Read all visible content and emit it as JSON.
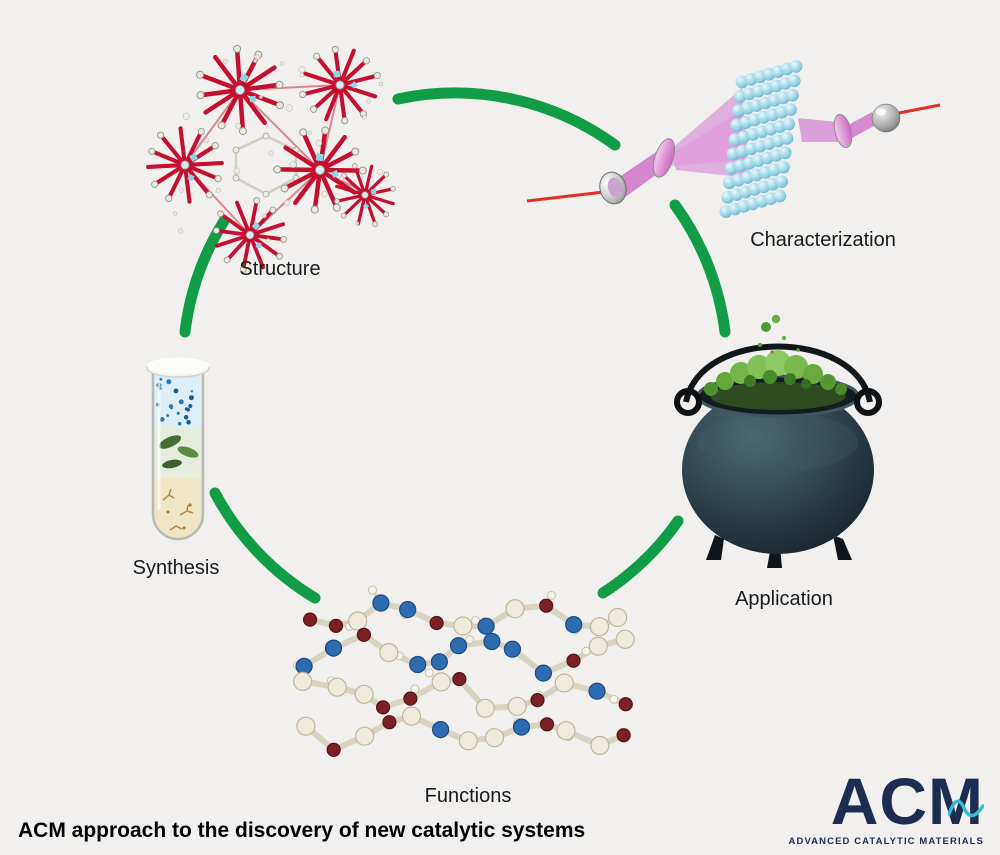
{
  "background_color": "#f1f0ee",
  "cycle": {
    "arc_color": "#119c46",
    "stages": {
      "structure": "Structure",
      "characterization": "Characterization",
      "application": "Application",
      "functions": "Functions",
      "synthesis": "Synthesis"
    }
  },
  "caption": "ACM approach to the discovery of new catalytic systems",
  "logo": {
    "acronym": "ACM",
    "tagline": "ADVANCED CATALYTIC MATERIALS",
    "primary_color": "#1d2d52",
    "accent_color": "#35bdd3"
  },
  "icons": {
    "structure": "mof-crystal-illustration",
    "characterization": "laser-optics-illustration",
    "application": "cauldron-illustration",
    "functions": "protein-model-illustration",
    "synthesis": "test-tube-illustration"
  }
}
